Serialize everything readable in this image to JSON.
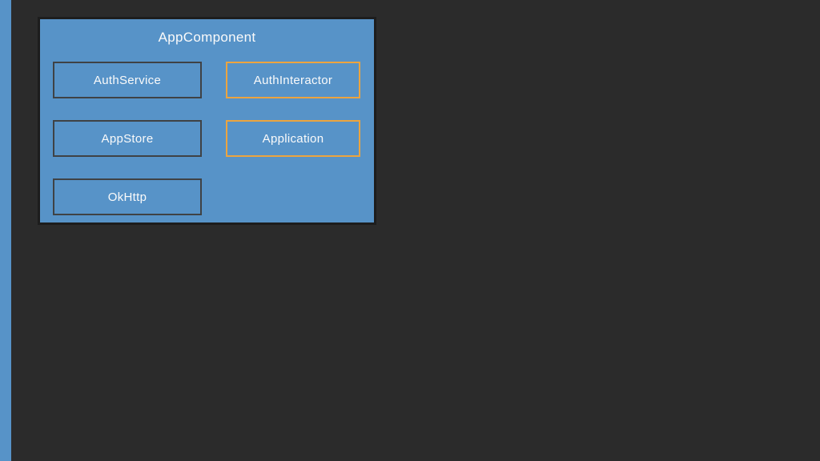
{
  "colors": {
    "background": "#2b2b2b",
    "accent_blue": "#5793c8",
    "panel_border": "#1d1d1d",
    "node_border_dark": "#3f4245",
    "node_border_orange": "#eca43f",
    "text": "#fafafa"
  },
  "diagram": {
    "container": {
      "title": "AppComponent"
    },
    "nodes": [
      {
        "id": "auth-service",
        "label": "AuthService",
        "column": "left",
        "row": 0,
        "border_color": "#3f4245"
      },
      {
        "id": "auth-interactor",
        "label": "AuthInteractor",
        "column": "right",
        "row": 0,
        "border_color": "#eca43f"
      },
      {
        "id": "app-store",
        "label": "AppStore",
        "column": "left",
        "row": 1,
        "border_color": "#3f4245"
      },
      {
        "id": "application",
        "label": "Application",
        "column": "right",
        "row": 1,
        "border_color": "#eca43f"
      },
      {
        "id": "ok-http",
        "label": "OkHttp",
        "column": "left",
        "row": 2,
        "border_color": "#3f4245"
      }
    ]
  }
}
